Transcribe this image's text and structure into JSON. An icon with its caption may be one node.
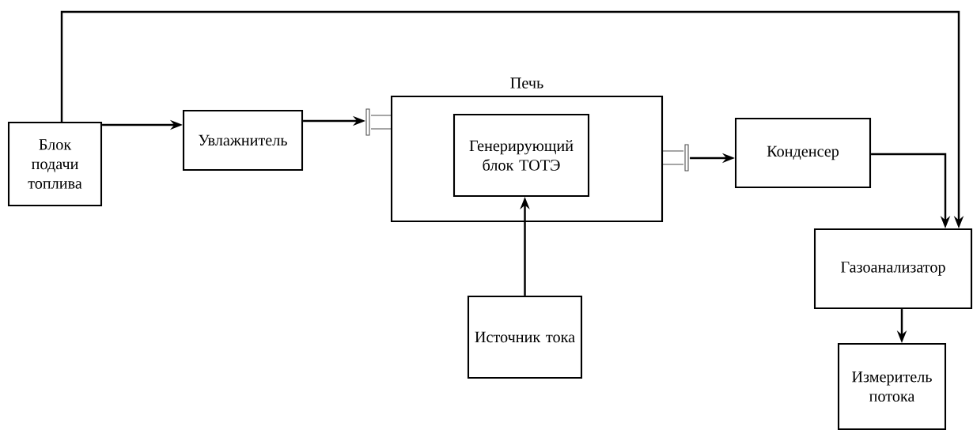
{
  "diagram": {
    "nodes": [
      {
        "text": [
          "Блок подачи топлива"
        ]
      },
      {
        "text": [
          "Увлажнитель"
        ]
      },
      {
        "text": [
          "Печь"
        ]
      },
      {
        "text": [
          "Генерирующий блок ТОТЭ"
        ],
        "in": 2
      },
      {
        "text": [
          "Источник тока"
        ]
      },
      {
        "text": [
          "Конденсер"
        ]
      },
      {
        "text": [
          "Газоанализатор"
        ]
      },
      {
        "text": [
          "Измеритель потока"
        ]
      }
    ],
    "edges": [
      {
        "from": 0,
        "to": 1,
        "arrow": "to"
      },
      {
        "from": 1,
        "to": 2,
        "arrow": "to"
      },
      {
        "from": 2,
        "to": 5,
        "arrow": "to"
      },
      {
        "from": 4,
        "to": 3,
        "arrow": "to"
      },
      {
        "from": 5,
        "to": 6,
        "arrow": "to"
      },
      {
        "from": 0,
        "to": 6,
        "arrow": "to"
      },
      {
        "from": 6,
        "to": 7,
        "arrow": "to"
      }
    ]
  }
}
